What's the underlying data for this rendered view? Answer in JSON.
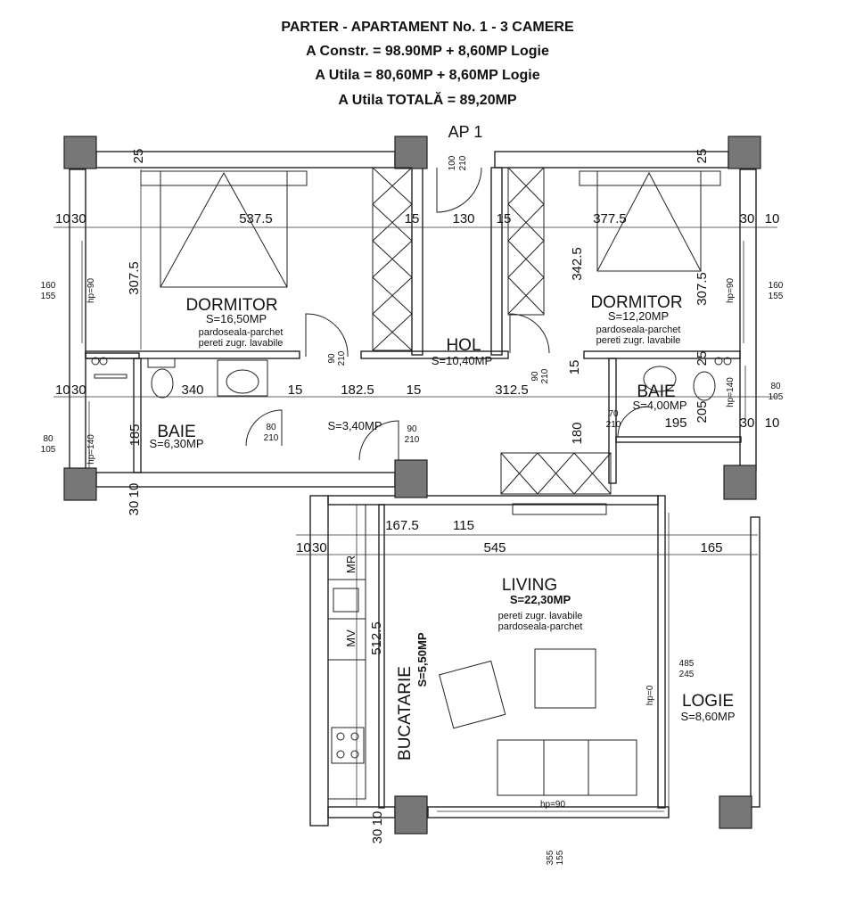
{
  "header": {
    "line1": "PARTER - APARTAMENT No. 1 - 3 CAMERE",
    "line2": "A Constr.  = 98.90MP + 8,60MP Logie",
    "line3": "A Utila = 80,60MP + 8,60MP Logie",
    "line4": "A Utila TOTALĂ = 89,20MP"
  },
  "apartment_label": "AP 1",
  "rooms": {
    "dormitor1": {
      "name": "DORMITOR",
      "area": "S=16,50MP",
      "floor": "pardoseala-parchet",
      "walls": "pereti zugr. lavabile"
    },
    "dormitor2": {
      "name": "DORMITOR",
      "area": "S=12,20MP",
      "floor": "pardoseala-parchet",
      "walls": "pereti zugr. lavabile"
    },
    "hol": {
      "name": "HOL",
      "area": "S=10,40MP"
    },
    "hol_small": {
      "area": "S=3,40MP"
    },
    "baie1": {
      "name": "BAIE",
      "area": "S=6,30MP"
    },
    "baie2": {
      "name": "BAIE",
      "area": "S=4,00MP"
    },
    "living": {
      "name": "LIVING",
      "area": "S=22,30MP",
      "walls": "pereti zugr. lavabile",
      "floor": "pardoseala-parchet"
    },
    "bucatarie": {
      "name": "BUCATARIE",
      "area": "S=5,50MP"
    },
    "logie": {
      "name": "LOGIE",
      "area": "S=8,60MP"
    }
  },
  "kitchen_labels": {
    "mr": "MR",
    "mv": "MV"
  },
  "dimensions": {
    "d_10a": "10",
    "d_30a": "30",
    "d_537": "537.5",
    "d_15a": "15",
    "d_130": "130",
    "d_15b": "15",
    "d_377": "377.5",
    "d_30b": "30",
    "d_10b": "10",
    "d_25a": "25",
    "d_25b": "25",
    "d_25c": "25",
    "d_307a": "307.5",
    "d_342": "342.5",
    "d_307b": "307.5",
    "d_10c": "10",
    "d_30c": "30",
    "d_340": "340",
    "d_15c": "15",
    "d_182": "182.5",
    "d_15d": "15",
    "d_312": "312.5",
    "d_15e": "15",
    "d_205": "205",
    "d_195": "195",
    "d_30d": "30",
    "d_10d": "10",
    "d_185": "185",
    "d_180": "180",
    "d_10e": "10",
    "d_30e": "30",
    "d_167": "167.5",
    "d_115": "115",
    "d_10f": "10",
    "d_30f": "30",
    "d_545": "545",
    "d_165": "165",
    "d_512": "512.5",
    "d_10g": "10",
    "d_30g": "30"
  },
  "openings": {
    "door_entry": [
      "100",
      "210"
    ],
    "door_dorm1": [
      "90",
      "210"
    ],
    "door_dorm2": [
      "90",
      "210"
    ],
    "door_baie1": [
      "80",
      "210"
    ],
    "door_hol": [
      "90",
      "210"
    ],
    "door_baie2": [
      "70",
      "210"
    ],
    "win_left_top": [
      "160",
      "155"
    ],
    "win_left_bottom": [
      "80",
      "105"
    ],
    "win_right_top": [
      "160",
      "155"
    ],
    "win_right_mid": [
      "80",
      "105"
    ],
    "win_logie": [
      "485",
      "245"
    ],
    "win_bottom": [
      "355",
      "155"
    ]
  },
  "sill_labels": {
    "hp90a": "hp=90",
    "hp140a": "hp=140",
    "hp90b": "hp=90",
    "hp140b": "hp=140",
    "hp0": "hp=0",
    "hp90c": "hp=90"
  }
}
